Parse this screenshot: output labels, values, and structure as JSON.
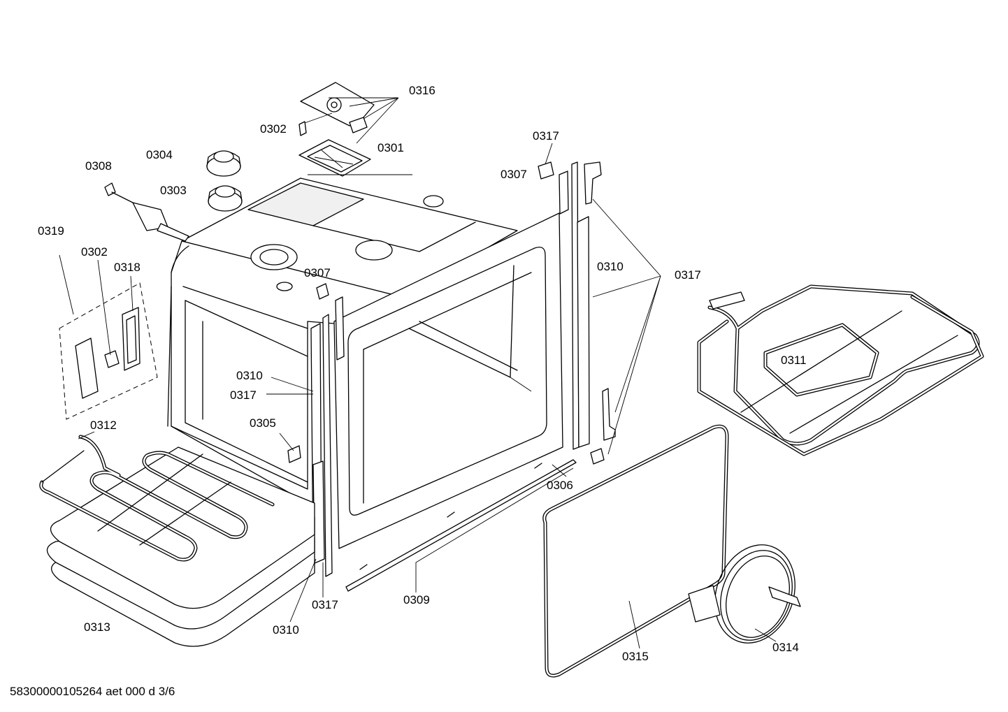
{
  "diagram": {
    "document_id": "58300000105264 aet 000 d 3/6",
    "part_labels": {
      "p0316": "0316",
      "p0302_top": "0302",
      "p0301": "0301",
      "p0304": "0304",
      "p0308": "0308",
      "p0303": "0303",
      "p0317_top": "0317",
      "p0307_right": "0307",
      "p0319": "0319",
      "p0302_left": "0302",
      "p0318": "0318",
      "p0307_center": "0307",
      "p0310_right": "0310",
      "p0317_right": "0317",
      "p0310_left": "0310",
      "p0317_left": "0317",
      "p0311": "0311",
      "p0305": "0305",
      "p0312": "0312",
      "p0306": "0306",
      "p0309": "0309",
      "p0317_bottom": "0317",
      "p0313": "0313",
      "p0310_bottom": "0310",
      "p0315": "0315",
      "p0314": "0314"
    }
  }
}
